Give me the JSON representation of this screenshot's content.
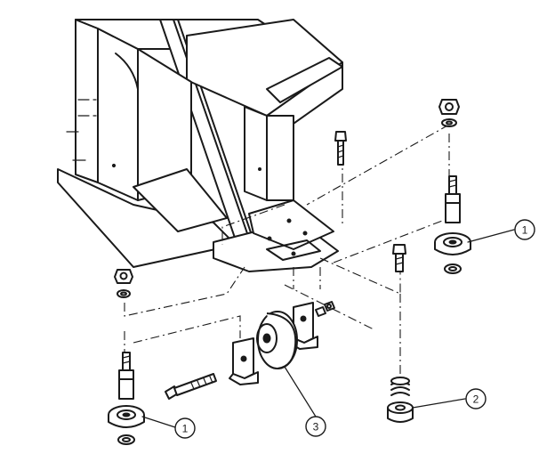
{
  "callouts": [
    {
      "id": "1",
      "label": "1"
    },
    {
      "id": "2",
      "label": "2"
    },
    {
      "id": "3",
      "label": "3"
    },
    {
      "id": "1b",
      "label": "1"
    }
  ],
  "colors": {
    "ink": "#1a1a1a",
    "background": "#ffffff"
  }
}
